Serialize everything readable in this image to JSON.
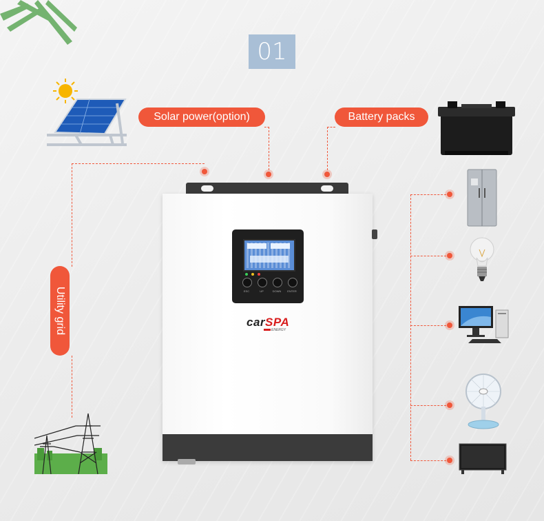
{
  "step_number": "01",
  "labels": {
    "solar": "Solar power(option)",
    "battery": "Battery packs",
    "grid": "Utility grid"
  },
  "inverter": {
    "brand_main": "car",
    "brand_accent": "SPA",
    "brand_sub": "ENERGY",
    "button_labels": [
      "ESC",
      "UP",
      "DOWN",
      "ENTER"
    ]
  },
  "appliances": [
    "refrigerator-icon",
    "light-bulb-icon",
    "computer-icon",
    "fan-icon",
    "tv-icon"
  ],
  "colors": {
    "accent": "#f0573a",
    "badge": "#a9bfd6",
    "inverter_dark": "#3b3b3b",
    "lcd": "#5a8dd6"
  }
}
